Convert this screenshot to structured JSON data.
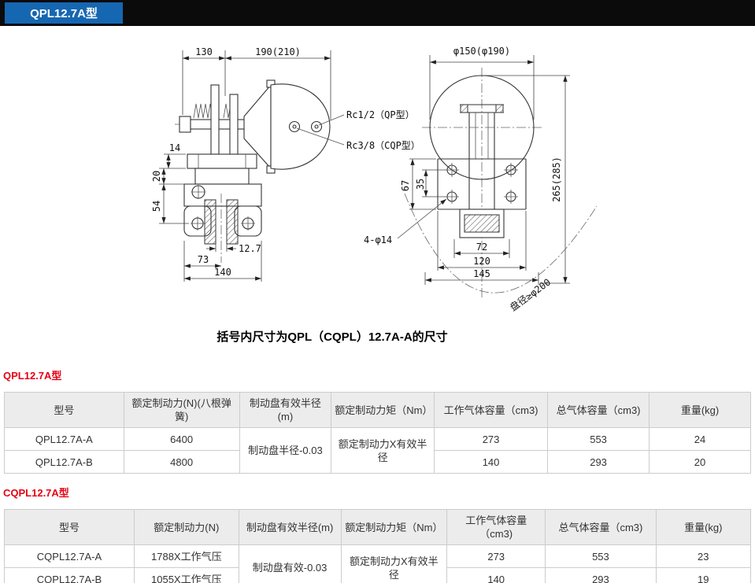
{
  "header": {
    "title": "QPL12.7A型",
    "accent_color": "#1667b1",
    "bar_color": "#0b0b0b"
  },
  "drawing": {
    "caption": "括号内尺寸为QPL（CQPL）12.7A-A的尺寸",
    "side_view": {
      "dim_130": "130",
      "dim_190_210": "190(210)",
      "port_qp": "Rc1/2（QP型）",
      "port_cqp": "Rc3/8（CQP型）",
      "dim_14": "14",
      "dim_20": "20",
      "dim_54": "54",
      "dim_12_7": "12.7",
      "dim_73": "73",
      "dim_140": "140"
    },
    "front_view": {
      "dim_phi150_190": "φ150(φ190)",
      "dim_67": "67",
      "dim_35": "35",
      "dim_265_285": "265(285)",
      "label_4_phi14": "4-φ14",
      "dim_72": "72",
      "dim_120": "120",
      "dim_145": "145",
      "disc_note": "盘径≥φ200"
    }
  },
  "section1": {
    "heading": "QPL12.7A型",
    "table": {
      "headers": [
        "型号",
        "额定制动力(N)(八根弹簧)",
        "制动盘有效半径(m)",
        "额定制动力矩（Nm）",
        "工作气体容量（cm3)",
        "总气体容量（cm3)",
        "重量(kg)"
      ],
      "merged": {
        "radius": "制动盘半径-0.03",
        "torque": "额定制动力X有效半径"
      },
      "rows": [
        {
          "model": "QPL12.7A-A",
          "force": "6400",
          "work": "273",
          "total": "553",
          "weight": "24"
        },
        {
          "model": "QPL12.7A-B",
          "force": "4800",
          "work": "140",
          "total": "293",
          "weight": "20"
        }
      ]
    }
  },
  "section2": {
    "heading": "CQPL12.7A型",
    "table": {
      "headers": [
        "型号",
        "额定制动力(N)",
        "制动盘有效半径(m)",
        "额定制动力矩（Nm）",
        "工作气体容量（cm3)",
        "总气体容量（cm3)",
        "重量(kg)"
      ],
      "merged": {
        "radius": "制动盘有效-0.03",
        "torque": "额定制动力X有效半径"
      },
      "rows": [
        {
          "model": "CQPL12.7A-A",
          "force": "1788X工作气压",
          "work": "273",
          "total": "553",
          "weight": "23"
        },
        {
          "model": "CQPL12.7A-B",
          "force": "1055X工作气压",
          "work": "140",
          "total": "293",
          "weight": "19"
        }
      ]
    }
  }
}
